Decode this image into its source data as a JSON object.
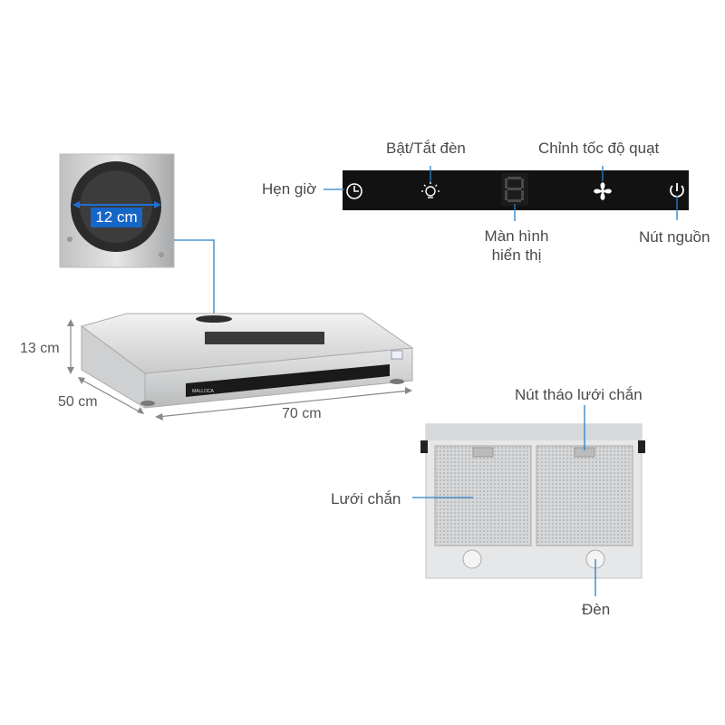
{
  "inset": {
    "diameter_label": "12 cm"
  },
  "hood": {
    "brand": "MALLOCA"
  },
  "dimensions": {
    "height": "13 cm",
    "depth": "50 cm",
    "width": "70 cm"
  },
  "control_panel": {
    "timer": "Hẹn giờ",
    "light_toggle": "Bật/Tắt đèn",
    "fan_speed": "Chỉnh tốc độ quạt",
    "display_line1": "Màn hình",
    "display_line2": "hiển thị",
    "power": "Nút nguồn",
    "display_digit": "8"
  },
  "filter": {
    "release_button": "Nút tháo lưới chắn",
    "mesh": "Lưới chắn",
    "lamp": "Đèn"
  },
  "colors": {
    "leader_line": "#2a7fc7",
    "panel": "#121212",
    "steel": "#d9dadb",
    "badge": "#1666c8"
  }
}
